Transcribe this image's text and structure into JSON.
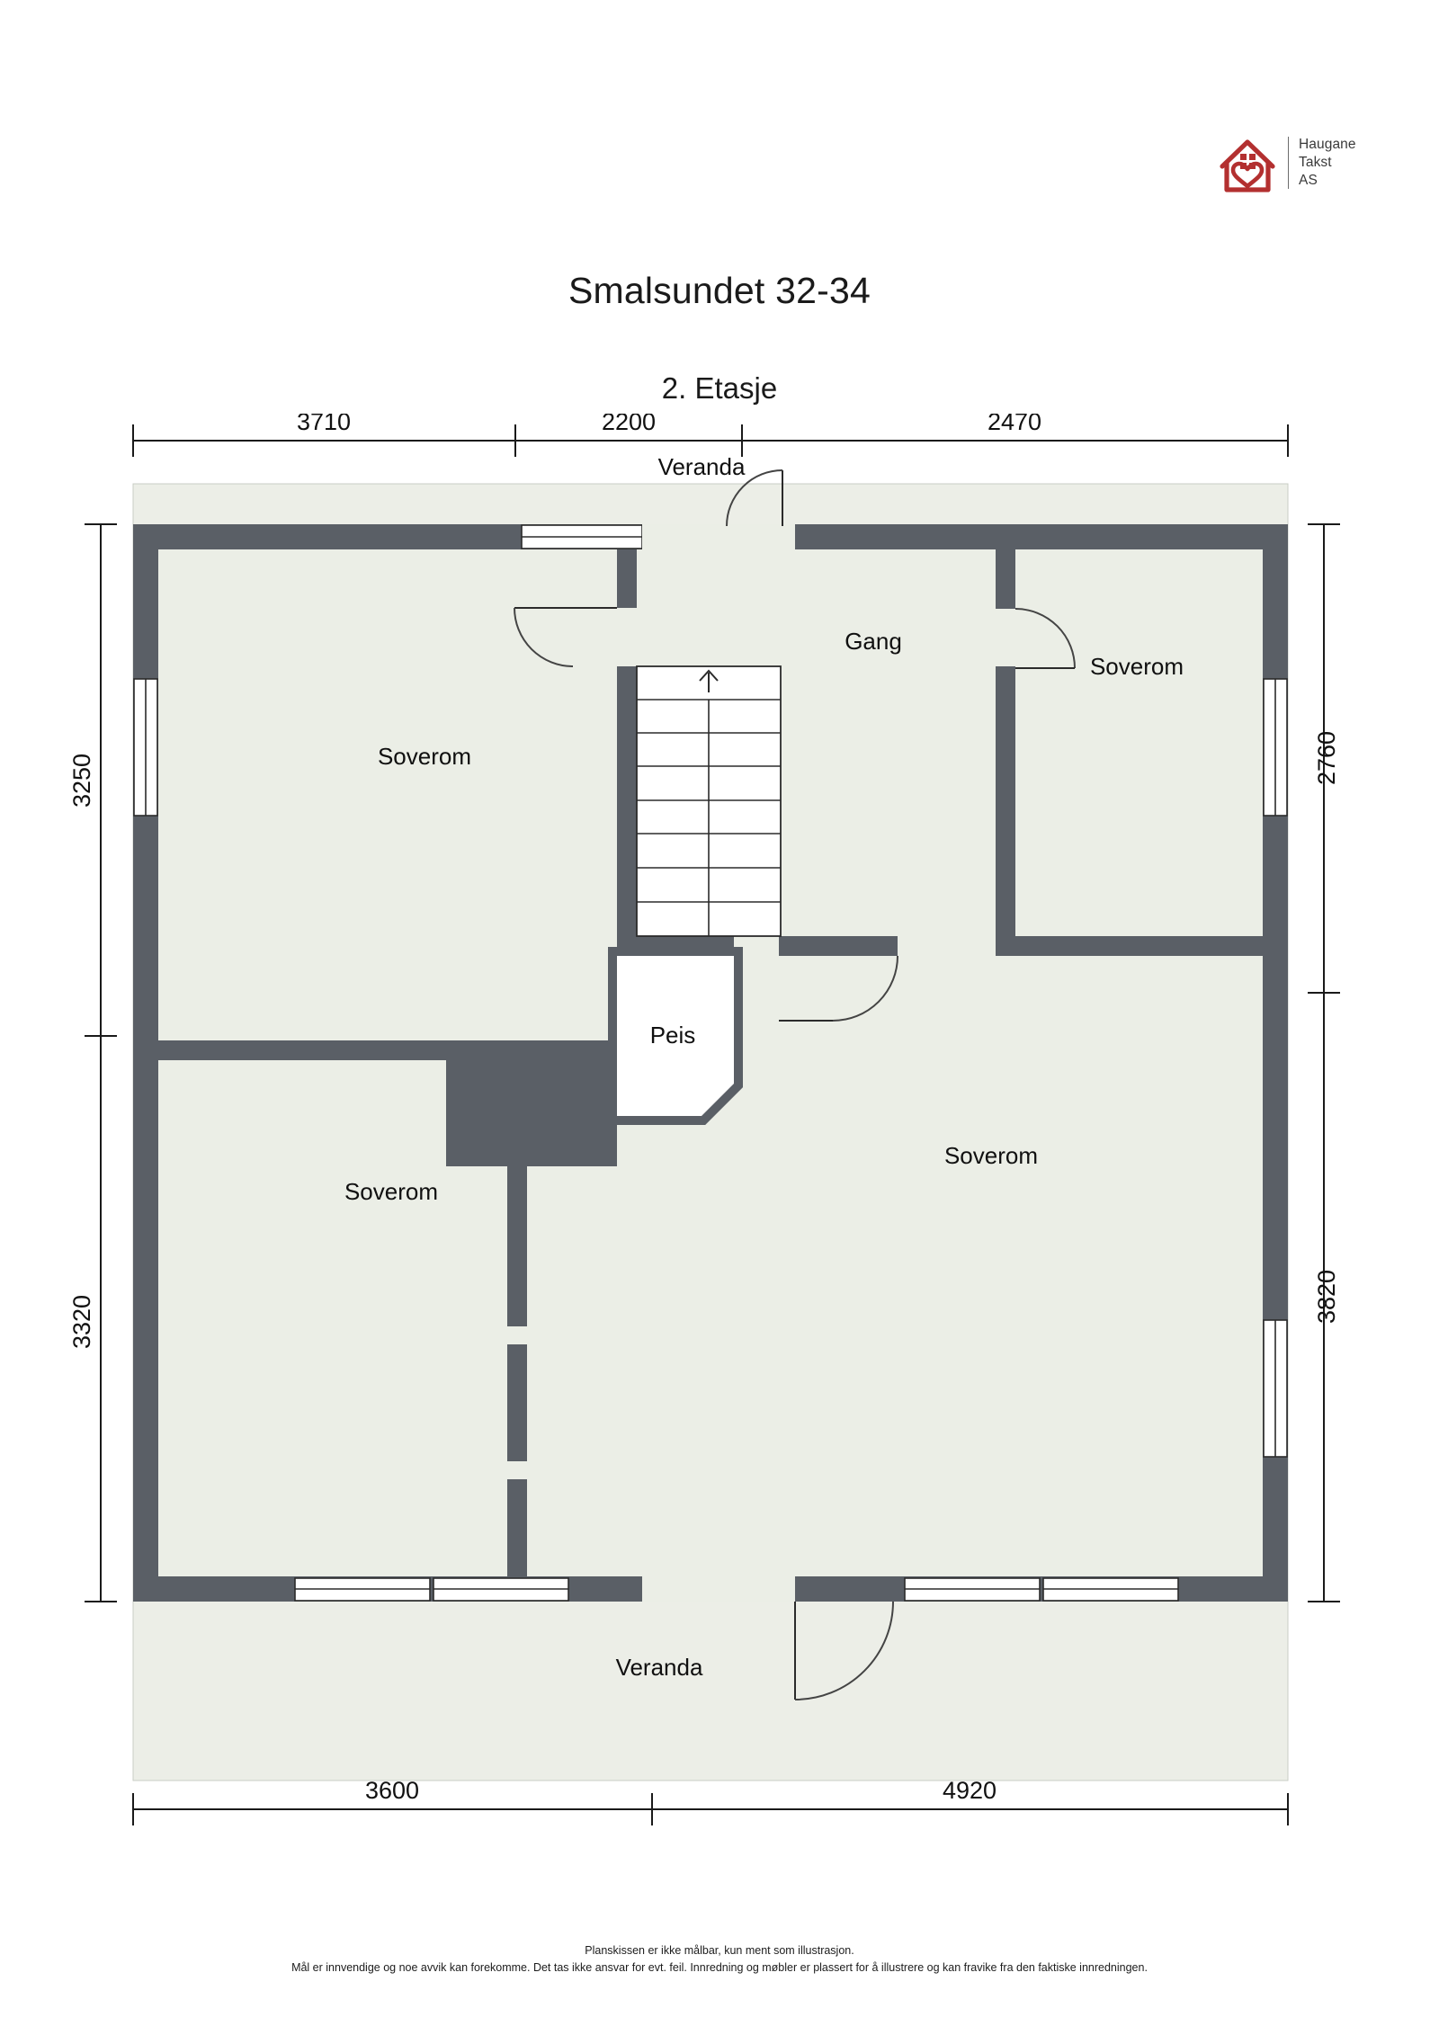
{
  "logo": {
    "icon": "house-heart-icon",
    "line1": "Haugane",
    "line2": "Takst",
    "line3": "AS",
    "color": "#b33030"
  },
  "header": {
    "title": "Smalsundet 32-34",
    "subtitle": "2. Etasje"
  },
  "dimensions": {
    "top": [
      "3710",
      "2200",
      "2470"
    ],
    "bottom": [
      "3600",
      "4920"
    ],
    "left": [
      "3250",
      "3320"
    ],
    "right": [
      "2760",
      "3820"
    ]
  },
  "rooms": [
    {
      "label": "Veranda",
      "name": "room-veranda-top"
    },
    {
      "label": "Gang",
      "name": "room-gang"
    },
    {
      "label": "Soverom",
      "name": "room-soverom-top-right"
    },
    {
      "label": "Soverom",
      "name": "room-soverom-top-left"
    },
    {
      "label": "Peis",
      "name": "room-peis"
    },
    {
      "label": "Soverom",
      "name": "room-soverom-bottom-right"
    },
    {
      "label": "Soverom",
      "name": "room-soverom-bottom-left"
    },
    {
      "label": "Veranda",
      "name": "room-veranda-bottom"
    }
  ],
  "room_labels": {
    "veranda_top": "Veranda",
    "gang": "Gang",
    "soverom_top_right": "Soverom",
    "soverom_top_left": "Soverom",
    "peis": "Peis",
    "soverom_bottom_right": "Soverom",
    "soverom_bottom_left": "Soverom",
    "veranda_bottom": "Veranda"
  },
  "footer": {
    "line1": "Planskissen er ikke målbar, kun ment som illustrasjon.",
    "line2": "Mål er innvendige og noe avvik kan forekomme. Det tas ikke ansvar for evt. feil. Innredning og møbler er plassert for å illustrere og kan fravike fra den faktiske innredningen."
  },
  "colors": {
    "wall": "#5a5f66",
    "floor": "#ebeee6",
    "veranda": "#eceee7",
    "window": "#ffffff",
    "line": "#2b2b2b",
    "fireplace": "#ffffff"
  },
  "stairs": {
    "steps": 8,
    "direction_icon": "up-arrow-icon"
  }
}
